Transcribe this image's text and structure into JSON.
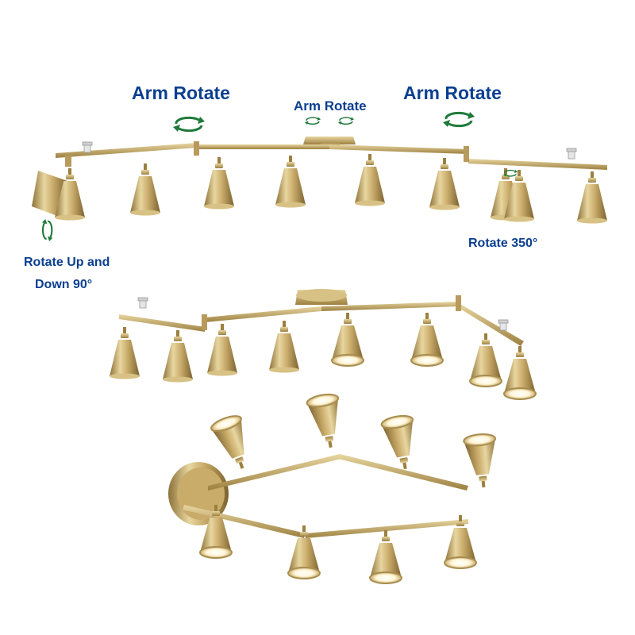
{
  "labels": {
    "arm_rotate_left": "Arm Rotate",
    "arm_rotate_center": "Arm Rotate",
    "arm_rotate_right": "Arm Rotate",
    "rotate_up_down_line1": "Rotate Up and",
    "rotate_up_down_line2": "Down  90°",
    "rotate_350": "Rotate 350°"
  },
  "colors": {
    "label_text": "#0b3f8f",
    "arrow": "#1f7a3a",
    "brass_light": "#e8d6a0",
    "brass_mid": "#c9ab6a",
    "brass_dark": "#8c7238",
    "bulb": "#fff6d8"
  },
  "icons": [
    "rotate-arrows-icon",
    "swivel-arrows-icon",
    "knob-icon"
  ]
}
